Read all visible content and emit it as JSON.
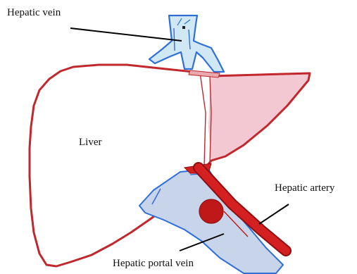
{
  "labels": {
    "hepatic_vein": "Hepatic vein",
    "liver": "Liver",
    "hepatic_artery": "Hepatic artery",
    "hepatic_portal_vein": "Hepatic portal vein"
  },
  "colors": {
    "liver_outline": "#c0282d",
    "right_lobe_fill": "#f3c8d2",
    "vein_outline": "#2f6fd6",
    "vein_fill": "#c8d4ea",
    "artery": "#d42020",
    "artery_dark": "#8e0f12",
    "pointer_line": "#000000"
  }
}
